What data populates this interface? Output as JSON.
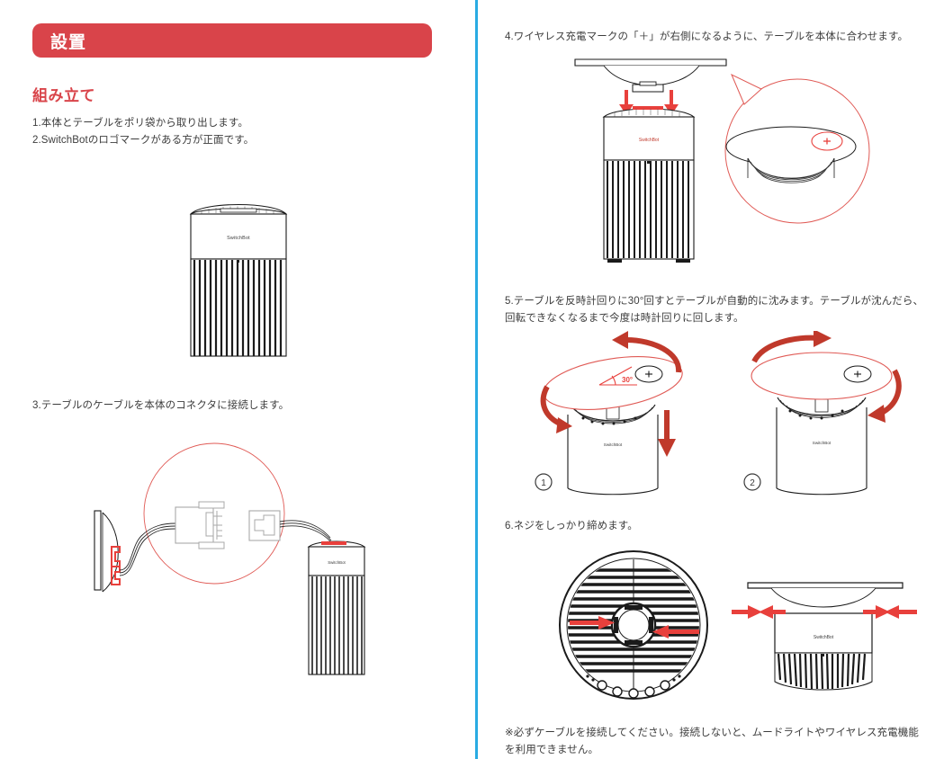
{
  "document": {
    "language": "ja",
    "page_type": "instruction-manual",
    "background": "#ffffff"
  },
  "colors": {
    "brand_red": "#d9444a",
    "accent_red": "#e03a34",
    "divider_blue": "#29abe2",
    "body_text": "#3d3d3d",
    "line_dark": "#1a1a1a",
    "line_gray": "#9a9a9a"
  },
  "left_column": {
    "section_bar": {
      "label": "設置"
    },
    "sub_heading": "組み立て",
    "steps": [
      {
        "number": "1.",
        "text": "1.本体とテーブルをポリ袋から取り出します。"
      },
      {
        "number": "2.",
        "text": "2.SwitchBotのロゴマークがある方が正面です。"
      },
      {
        "number": "3.",
        "text": "3.テーブルのケーブルを本体のコネクタに接続します。"
      }
    ],
    "figures": {
      "device_front": {
        "name": "device-front-view",
        "brand_text": "SwitchBot",
        "description": "本体正面図"
      },
      "cable_connection": {
        "name": "cable-connection-diagram",
        "description": "テーブルのケーブルと本体コネクタの接続",
        "callout": "拡大図"
      }
    }
  },
  "right_column": {
    "steps": [
      {
        "number": "4.",
        "text": "4.ワイヤレス充電マークの「＋」が右側になるように、テーブルを本体に合わせます。"
      },
      {
        "number": "5.",
        "text": "5.テーブルを反時計回りに30°回すとテーブルが自動的に沈みます。テーブルが沈んだら、回転できなくなるまで今度は時計回りに回します。"
      },
      {
        "number": "6.",
        "text": "6.ネジをしっかり締めます。"
      }
    ],
    "note": "※必ずケーブルを接続してください。接続しないと、ムードライトやワイヤレス充電機能を利用できません。",
    "figures": {
      "align_table": {
        "name": "align-table-diagram",
        "brand_text": "SwitchBot",
        "magnifier_label": "＋",
        "description": "テーブルを本体に合わせる"
      },
      "rotate_table": {
        "name": "rotate-table-diagram",
        "angle_label": "30°",
        "plus_label": "＋",
        "brand_text": "SwitchBot",
        "substeps": [
          {
            "marker": "①",
            "description": "反時計回りに30°回す"
          },
          {
            "marker": "②",
            "description": "時計回りに回す"
          }
        ]
      },
      "tighten_screws": {
        "name": "tighten-screws-diagram",
        "brand_text": "SwitchBot",
        "description": "底面図とサイドビュー、ネジ位置を示す矢印"
      }
    }
  }
}
